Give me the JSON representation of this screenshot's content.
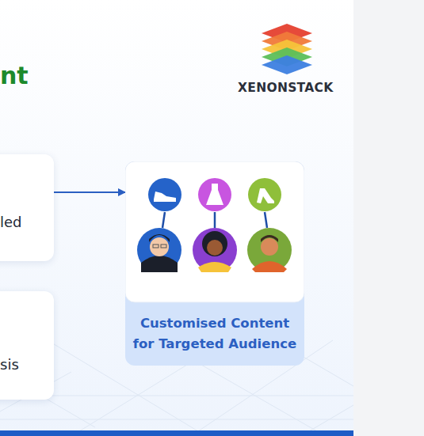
{
  "diagram": {
    "title": "nt",
    "nodes": [
      {
        "text": [
          "led"
        ]
      },
      {
        "text": [
          "sis"
        ]
      },
      {
        "text": [
          "Customised Content for Targeted Audience"
        ]
      }
    ],
    "edges": [
      {
        "from": 0,
        "to": 2,
        "arrow": "to"
      }
    ],
    "labels": [
      "XENONSTACK"
    ]
  }
}
